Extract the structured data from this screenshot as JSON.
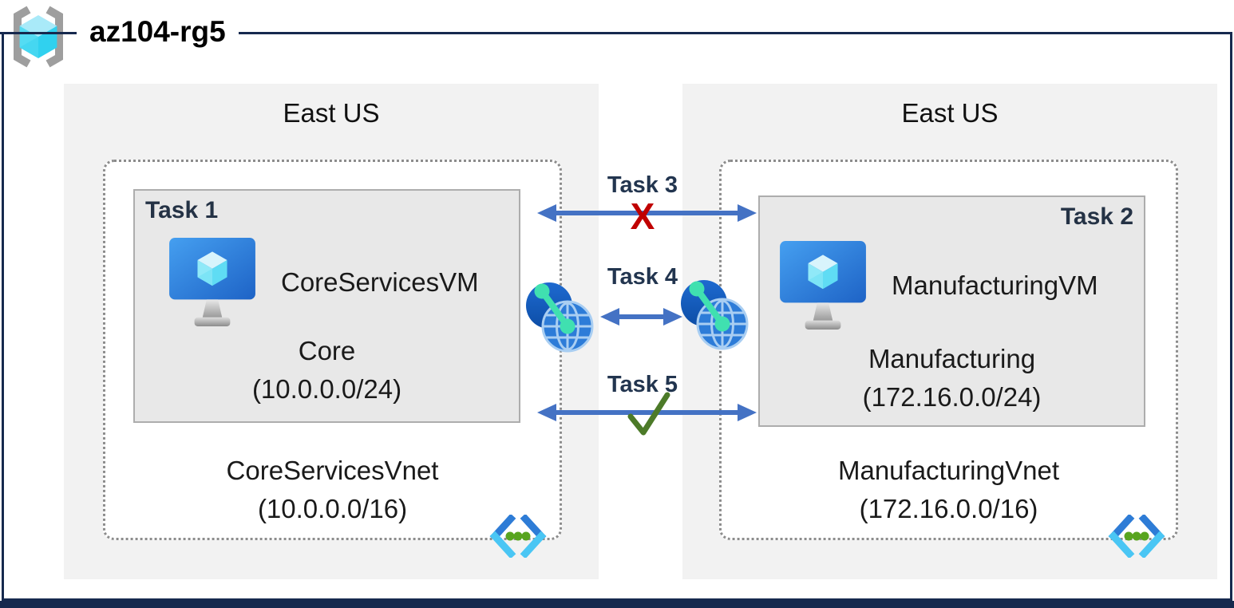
{
  "resource_group": {
    "name": "az104-rg5",
    "icon": "resource-group-brackets-cube-icon"
  },
  "vnets": [
    {
      "region": "East US",
      "task_label": "Task 1",
      "vm_name": "CoreServicesVM",
      "subnet_name": "Core",
      "subnet_cidr": "(10.0.0.0/24)",
      "vnet_name": "CoreServicesVnet",
      "vnet_cidr": "(10.0.0.0/16)"
    },
    {
      "region": "East US",
      "task_label": "Task 2",
      "vm_name": "ManufacturingVM",
      "subnet_name": "Manufacturing",
      "subnet_cidr": "(172.16.0.0/24)",
      "vnet_name": "ManufacturingVnet",
      "vnet_cidr": "(172.16.0.0/16)"
    }
  ],
  "connections": [
    {
      "label": "Task 3",
      "status": "blocked",
      "mark": "X"
    },
    {
      "label": "Task 4",
      "status": "peering",
      "mark": ""
    },
    {
      "label": "Task 5",
      "status": "allowed",
      "mark": "✓"
    }
  ],
  "icons": {
    "vm": "virtual-machine-monitor-cube-icon",
    "peering": "vnet-peering-globe-link-icon",
    "vnet": "virtual-network-chevron-dots-icon",
    "check": "check-icon",
    "arrow": "bidirectional-arrow-icon"
  },
  "colors": {
    "frame": "#16294E",
    "arrow_blue": "#4472C4",
    "blocked_red": "#C00000",
    "check_green": "#4C7A28",
    "task_label": "#243245",
    "region_bg": "#F2F2F2",
    "subnet_bg": "#E8E8E8"
  }
}
